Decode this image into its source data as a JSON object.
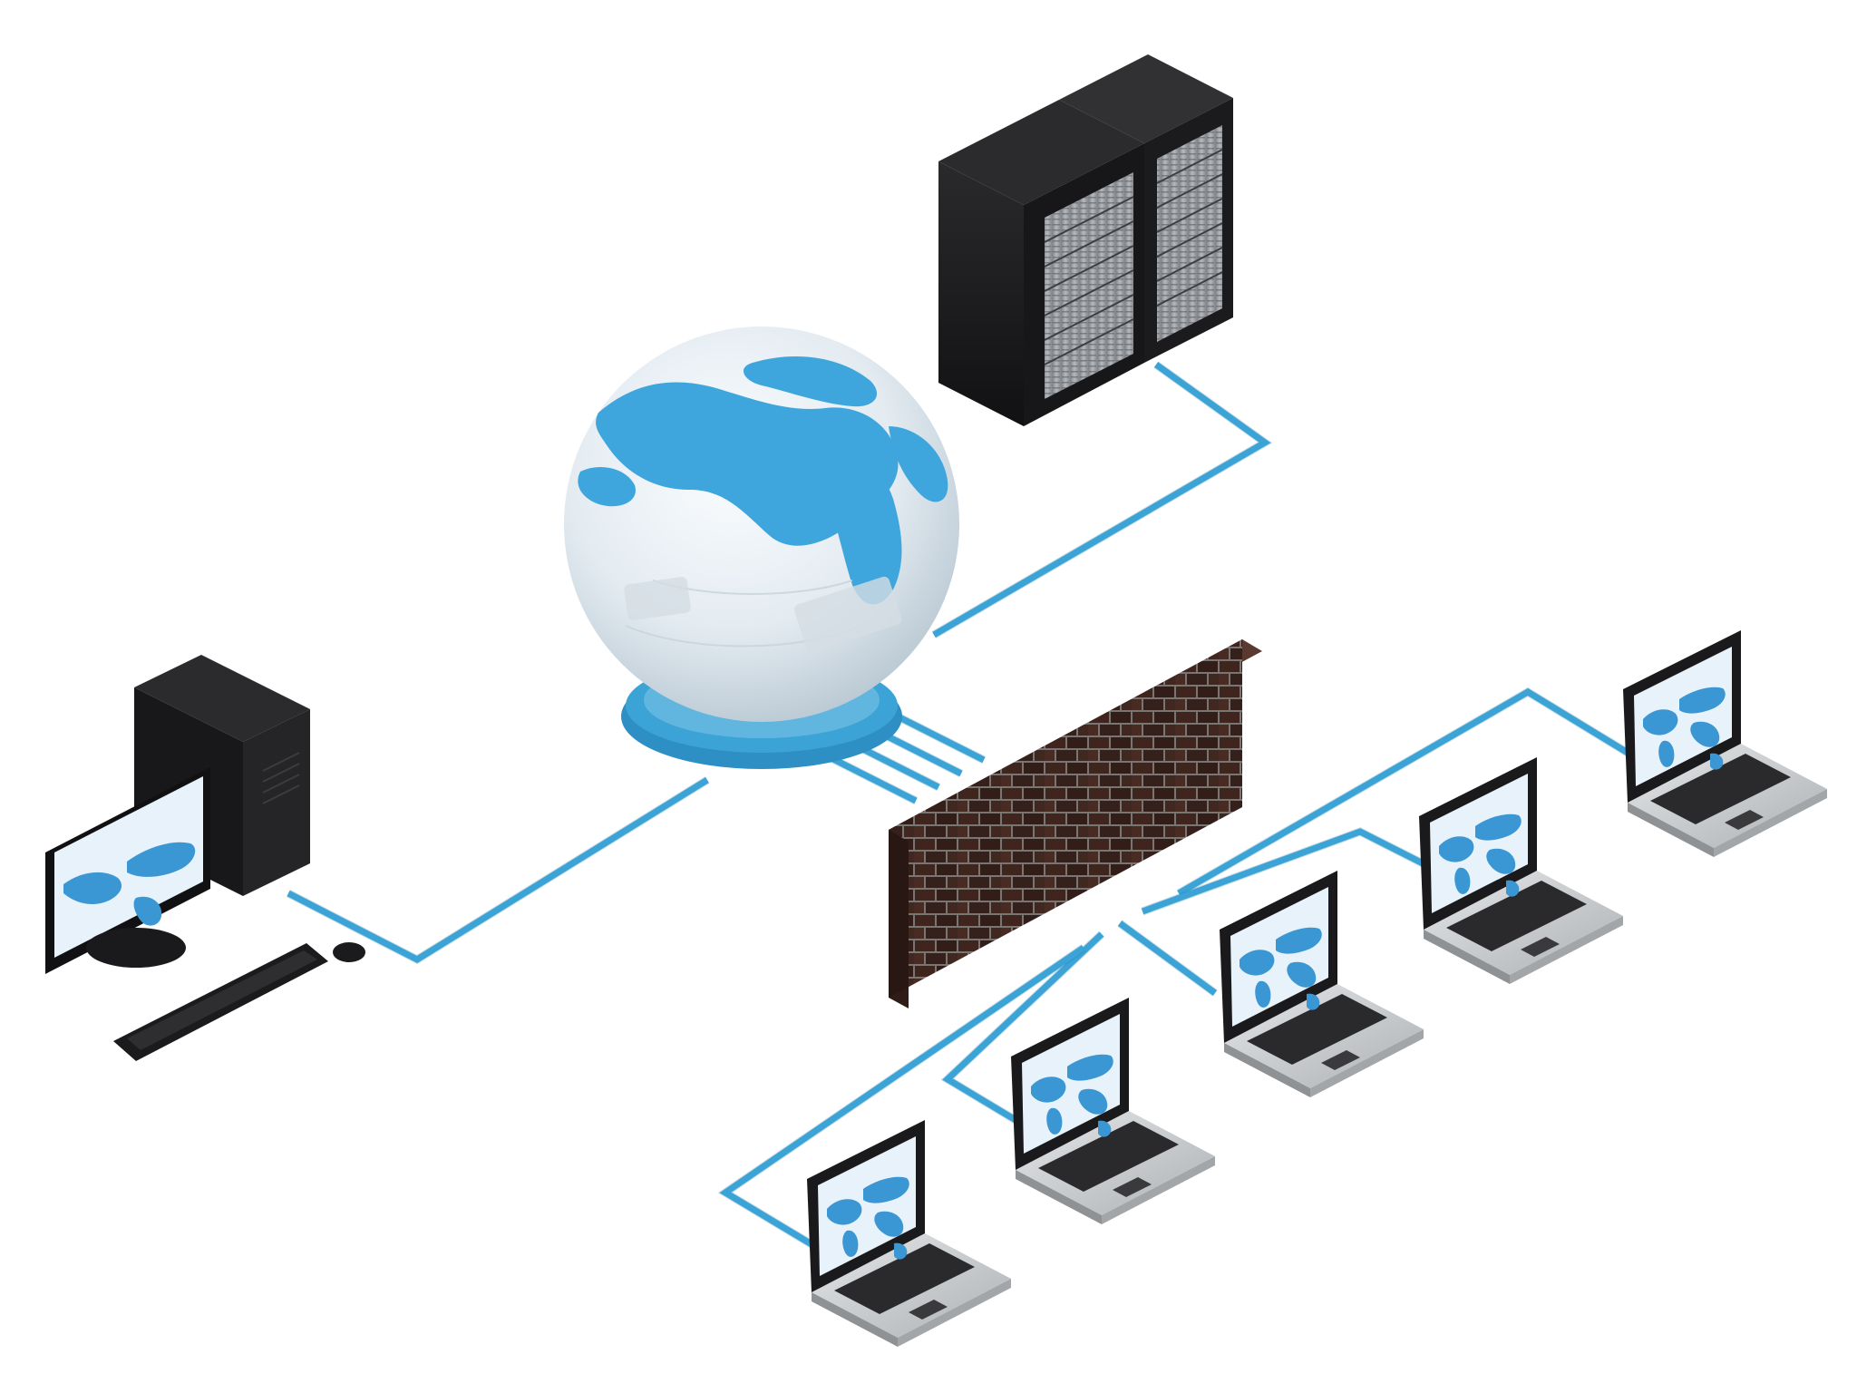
{
  "diagram": {
    "type": "network-topology",
    "colors": {
      "cable": "#3ba3d6",
      "globe_land": "#3ea6dc",
      "globe_ocean": "#e6eef4",
      "globe_base": "#3ba3d6",
      "rack_body": "#1c1c1e",
      "rack_panel": "#9ea1a5",
      "brick": "#4a2c24",
      "mortar": "#8f8a86",
      "laptop_shell": "#c9cbcd",
      "screen_bg": "#e7f2fa",
      "screen_map": "#3b97d4",
      "desktop_body": "#1e1e20"
    },
    "nodes": [
      {
        "id": "globe",
        "icon": "globe-icon"
      },
      {
        "id": "server-rack",
        "icon": "server-rack-icon"
      },
      {
        "id": "firewall",
        "icon": "brick-wall-icon"
      },
      {
        "id": "desktop-workstation",
        "icon": "desktop-computer-icon"
      },
      {
        "id": "laptop-1",
        "icon": "laptop-icon"
      },
      {
        "id": "laptop-2",
        "icon": "laptop-icon"
      },
      {
        "id": "laptop-3",
        "icon": "laptop-icon"
      },
      {
        "id": "laptop-4",
        "icon": "laptop-icon"
      },
      {
        "id": "laptop-5",
        "icon": "laptop-icon"
      }
    ],
    "links": [
      {
        "from": "globe",
        "to": "server-rack"
      },
      {
        "from": "globe",
        "to": "desktop-workstation"
      },
      {
        "from": "globe",
        "to": "firewall"
      },
      {
        "from": "firewall",
        "to": "laptop-1"
      },
      {
        "from": "firewall",
        "to": "laptop-2"
      },
      {
        "from": "firewall",
        "to": "laptop-3"
      },
      {
        "from": "firewall",
        "to": "laptop-4"
      },
      {
        "from": "firewall",
        "to": "laptop-5"
      }
    ]
  }
}
